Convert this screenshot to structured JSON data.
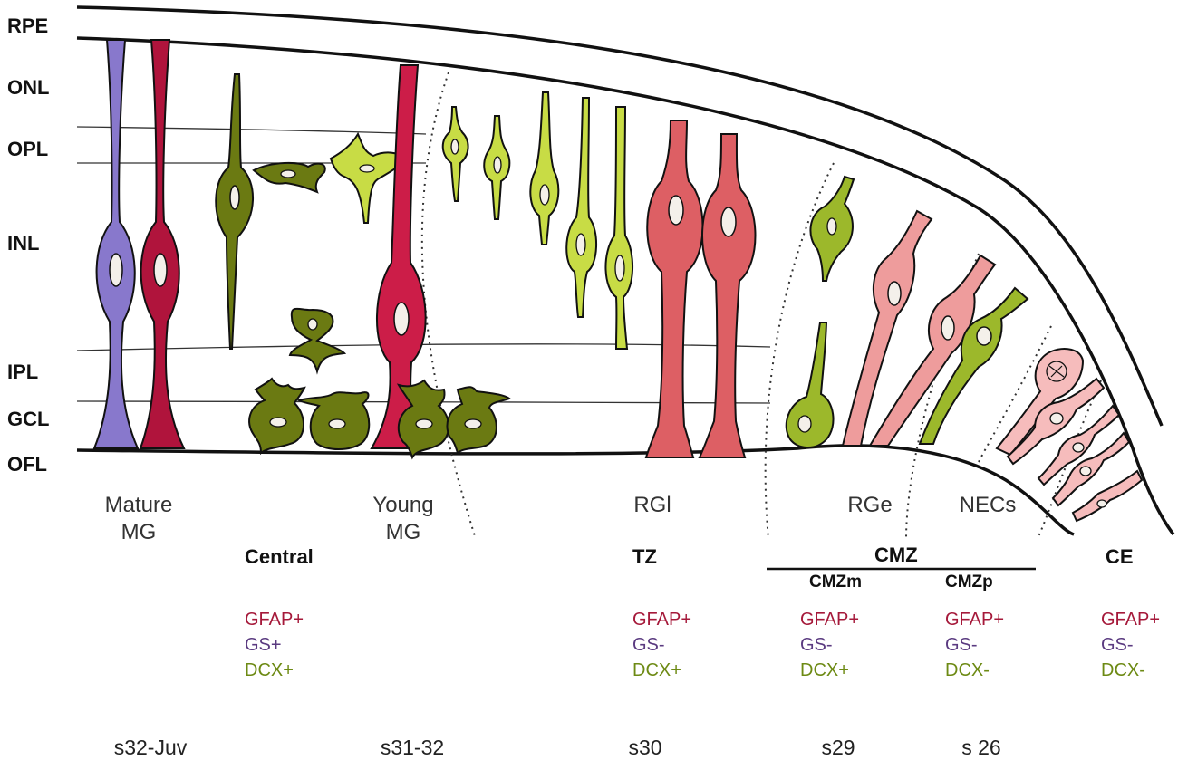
{
  "colors": {
    "gfap": "#a5193a",
    "gs": "#5a3a80",
    "dcx": "#6d8a14",
    "mature_mg": "#8878cc",
    "mature_red": "#b0143c",
    "young_red": "#cc1d48",
    "olive": "#6b7a12",
    "lime": "#c8dc45",
    "rgl": "#dd5f64",
    "rge": "#ee9c9c",
    "nec": "#f6bcbc",
    "rge_green": "#9cb82b"
  },
  "layers": [
    "RPE",
    "ONL",
    "OPL",
    "INL",
    "IPL",
    "GCL",
    "OFL"
  ],
  "cell_types": {
    "mature_mg": [
      "Mature",
      "MG"
    ],
    "young_mg": [
      "Young",
      "MG"
    ],
    "rgl": "RGl",
    "rge": "RGe",
    "necs": "NECs"
  },
  "zones": {
    "central": "Central",
    "tz": "TZ",
    "cmz": "CMZ",
    "cmzm": "CMZm",
    "cmzp": "CMZp",
    "ce": "CE"
  },
  "markers": {
    "central": {
      "gfap": "GFAP+",
      "gs": "GS+",
      "dcx": "DCX+"
    },
    "tz": {
      "gfap": "GFAP+",
      "gs": "GS-",
      "dcx": "DCX+"
    },
    "cmzm": {
      "gfap": "GFAP+",
      "gs": "GS-",
      "dcx": "DCX+"
    },
    "cmzp": {
      "gfap": "GFAP+",
      "gs": "GS-",
      "dcx": "DCX-"
    },
    "ce": {
      "gfap": "GFAP+",
      "gs": "GS-",
      "dcx": "DCX-"
    }
  },
  "stages": [
    "s32-Juv",
    "s31-32",
    "s30",
    "s29",
    "s 26"
  ]
}
